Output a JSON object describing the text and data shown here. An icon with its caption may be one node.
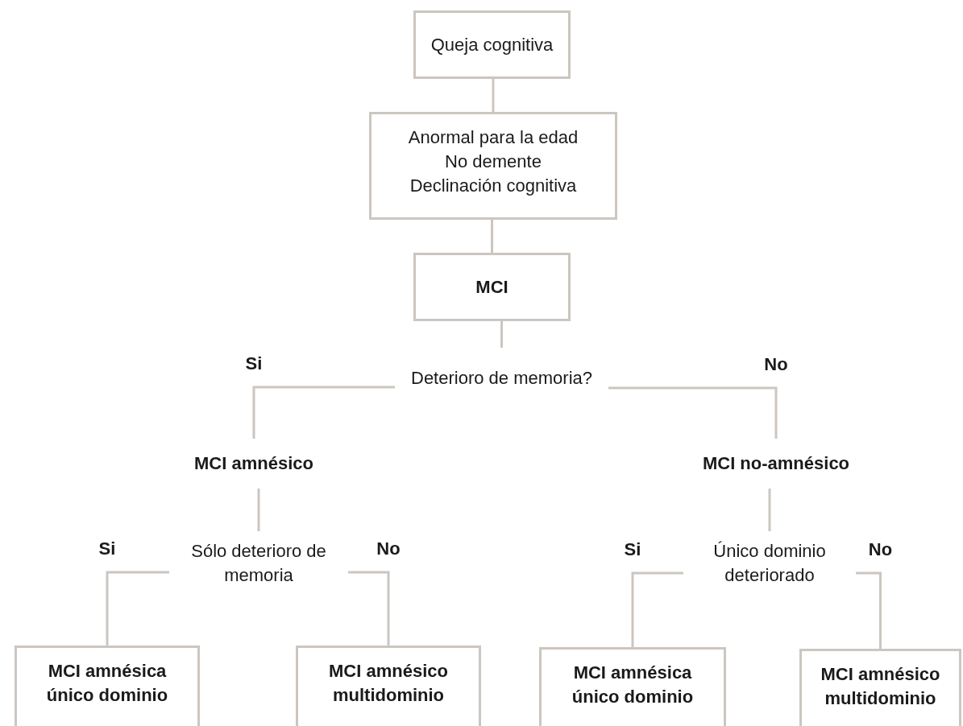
{
  "diagram": {
    "nodes": [
      {
        "text": [
          "Queja cognitiva"
        ]
      },
      {
        "text": [
          "Anormal para la edad",
          "No demente",
          "Declinación cognitiva"
        ]
      },
      {
        "text": [
          "MCI"
        ]
      },
      {
        "text": [
          "Deterioro de memoria?"
        ]
      },
      {
        "text": [
          "MCI amnésico"
        ]
      },
      {
        "text": [
          "MCI no-amnésico"
        ]
      },
      {
        "text": [
          "Sólo deterioro de memoria"
        ]
      },
      {
        "text": [
          "Único dominio deteriorado"
        ]
      },
      {
        "text": [
          "MCI amnésica único dominio"
        ]
      },
      {
        "text": [
          "MCI amnésico multidominio"
        ]
      },
      {
        "text": [
          "MCI amnésica único dominio"
        ]
      },
      {
        "text": [
          "MCI amnésico multidominio"
        ]
      }
    ],
    "edges": [
      {
        "from": 0,
        "to": 1,
        "arrow": "none"
      },
      {
        "from": 1,
        "to": 2,
        "arrow": "none"
      },
      {
        "from": 2,
        "to": 3,
        "arrow": "none"
      },
      {
        "from": 3,
        "to": 4,
        "arrow": "none",
        "label": "Si"
      },
      {
        "from": 3,
        "to": 5,
        "arrow": "none",
        "label": "No"
      },
      {
        "from": 4,
        "to": 6,
        "arrow": "none"
      },
      {
        "from": 5,
        "to": 7,
        "arrow": "none"
      },
      {
        "from": 6,
        "to": 8,
        "arrow": "none",
        "label": "Si"
      },
      {
        "from": 6,
        "to": 9,
        "arrow": "none",
        "label": "No"
      },
      {
        "from": 7,
        "to": 10,
        "arrow": "none",
        "label": "Si"
      },
      {
        "from": 7,
        "to": 11,
        "arrow": "none",
        "label": "No"
      }
    ]
  }
}
